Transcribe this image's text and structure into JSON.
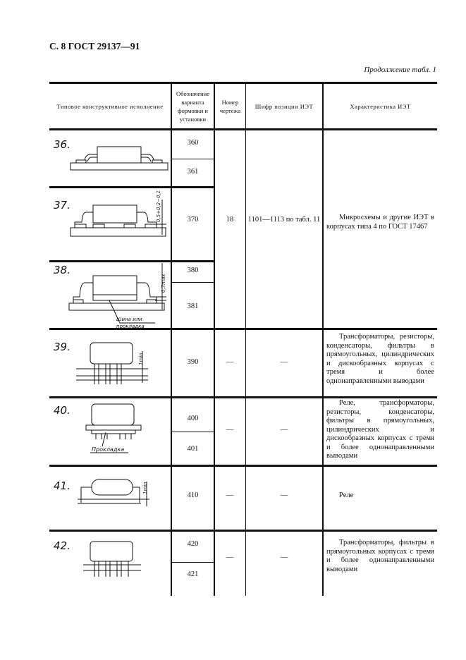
{
  "page_header": {
    "title": "С. 8 ГОСТ 29137—91",
    "continuation": "Продолжение табл. 1"
  },
  "table": {
    "headers": [
      "Типовое конструктивное исполнение",
      "Обозначение варианта формовки и установки",
      "Номер чертежа",
      "Шифр позиции ИЭТ",
      "Характеристика ИЭТ"
    ],
    "rows": [
      {
        "label": "36.",
        "variants": [
          "360",
          "361"
        ]
      },
      {
        "label": "37.",
        "variants": [
          "370"
        ],
        "dims": "0,5+0,2−0,1"
      },
      {
        "label": "38.",
        "variants": [
          "380",
          "381"
        ],
        "dims": "0,7max",
        "note": [
          "Шина или",
          "прокладка"
        ]
      },
      {
        "label": "39.",
        "variants": [
          "390"
        ],
        "drawing": "—",
        "code": "—",
        "dims": "1min",
        "characteristic": "Трансформаторы, резисторы, конденсаторы, фильтры в прямоугольных, цилиндрических и дискообразных корпусах с тремя и более однонаправленными выводами"
      },
      {
        "label": "40.",
        "variants": [
          "400",
          "401"
        ],
        "drawing": "—",
        "code": "—",
        "note": [
          "Прокладка"
        ],
        "characteristic": "Реле, трансформаторы, резисторы, конденсаторы, фильтры в прямоугольных, цилиндрических и дискообразных корпусах с тремя и более однонаправленными выводами"
      },
      {
        "label": "41.",
        "variants": [
          "410"
        ],
        "drawing": "—",
        "code": "—",
        "dims": "1min",
        "characteristic": "Реле"
      },
      {
        "label": "42.",
        "variants": [
          "420",
          "421"
        ],
        "drawing": "—",
        "code": "—",
        "characteristic": "Трансформаторы, фильтры в прямоугольных корпусах с тремя и более однонаправленными выводами"
      }
    ],
    "group_36_38": {
      "drawing": "18",
      "code": "1101—1113 по табл. 11",
      "characteristic": "Микросхемы и другие ИЭТ в корпусах типа 4 по ГОСТ 17467"
    }
  }
}
